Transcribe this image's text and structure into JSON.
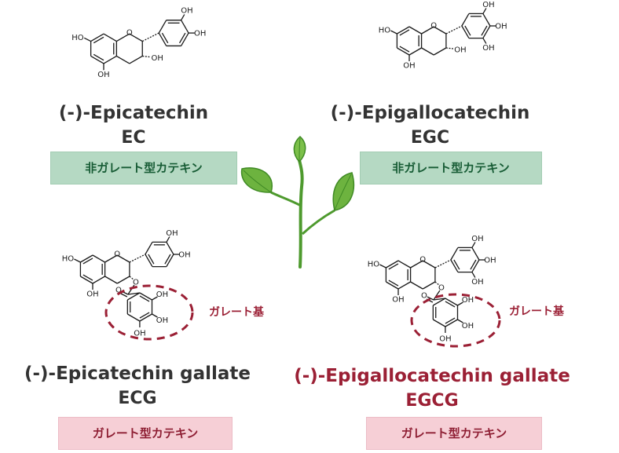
{
  "compounds": [
    {
      "name": "(-)-Epicatechin",
      "abbr": "EC",
      "type_label": "非ガレート型カテキン"
    },
    {
      "name": "(-)-Epigallocatechin",
      "abbr": "EGC",
      "type_label": "非ガレート型カテキン"
    },
    {
      "name": "(-)-Epicatechin gallate",
      "abbr": "ECG",
      "type_label": "ガレート型カテキン",
      "group_label": "ガレート基"
    },
    {
      "name": "(-)-Epigallocatechin gallate",
      "abbr": "EGCG",
      "type_label": "ガレート型カテキン",
      "group_label": "ガレート基"
    }
  ],
  "atom_labels": {
    "hydroxyl": "OH",
    "hydroxyl_left": "HO",
    "oxygen": "O"
  },
  "colors": {
    "non_gallate_badge_bg": "#b5d9c3",
    "non_gallate_badge_text": "#175c35",
    "gallate_badge_bg": "#f6cfd6",
    "gallate_badge_text": "#8e1e33",
    "highlight": "#9b2035",
    "leaf": "#5fa83a",
    "text": "#333333"
  }
}
